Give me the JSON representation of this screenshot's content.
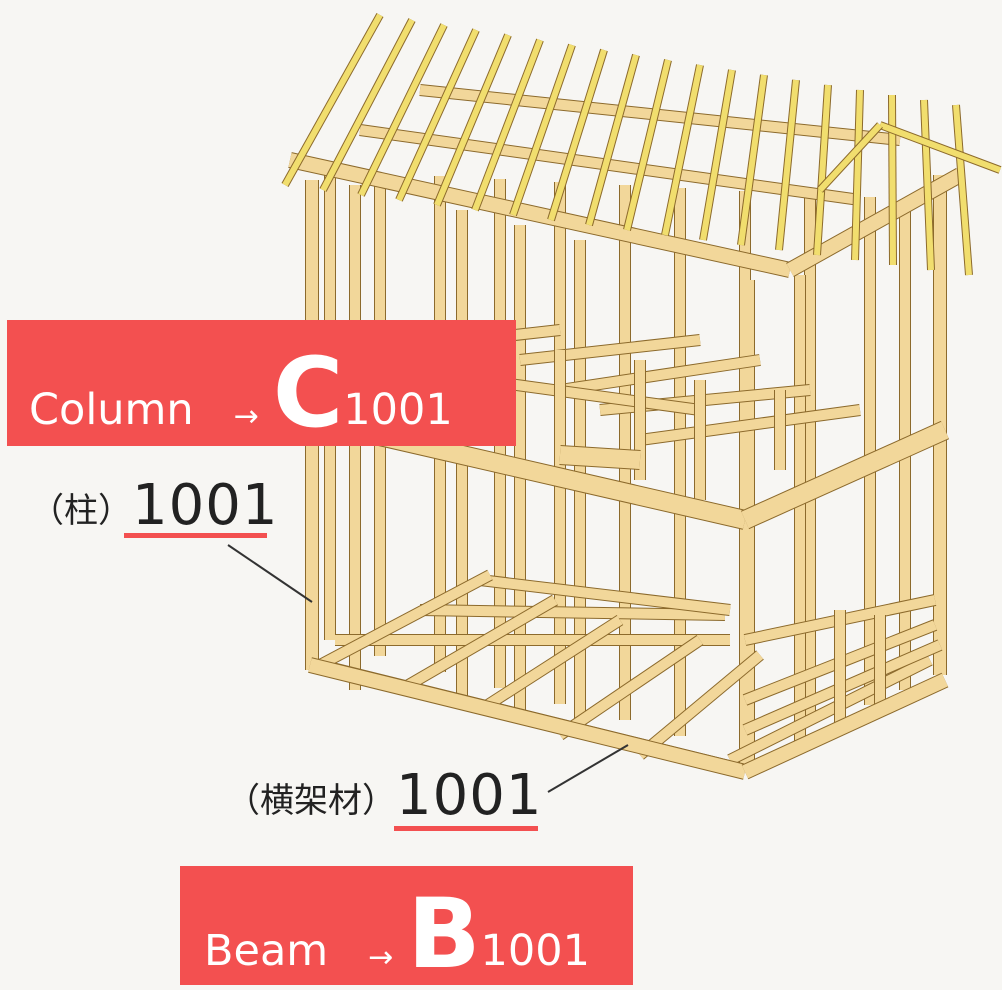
{
  "callouts": {
    "column": {
      "word": "Column",
      "arrow": "→",
      "letter": "C",
      "number": "1001"
    },
    "beam": {
      "word": "Beam",
      "arrow": "→",
      "letter": "B",
      "number": "1001"
    }
  },
  "labels": {
    "column": {
      "jp": "（柱）",
      "number": "1001"
    },
    "beam": {
      "jp": "（横架材）",
      "number": "1001"
    }
  },
  "colors": {
    "callout_bg": "#f35050",
    "timber": "#f2d79a",
    "timber_edge": "#8c6a2c",
    "rafter": "#f1de6e",
    "background": "#f7f6f3"
  }
}
